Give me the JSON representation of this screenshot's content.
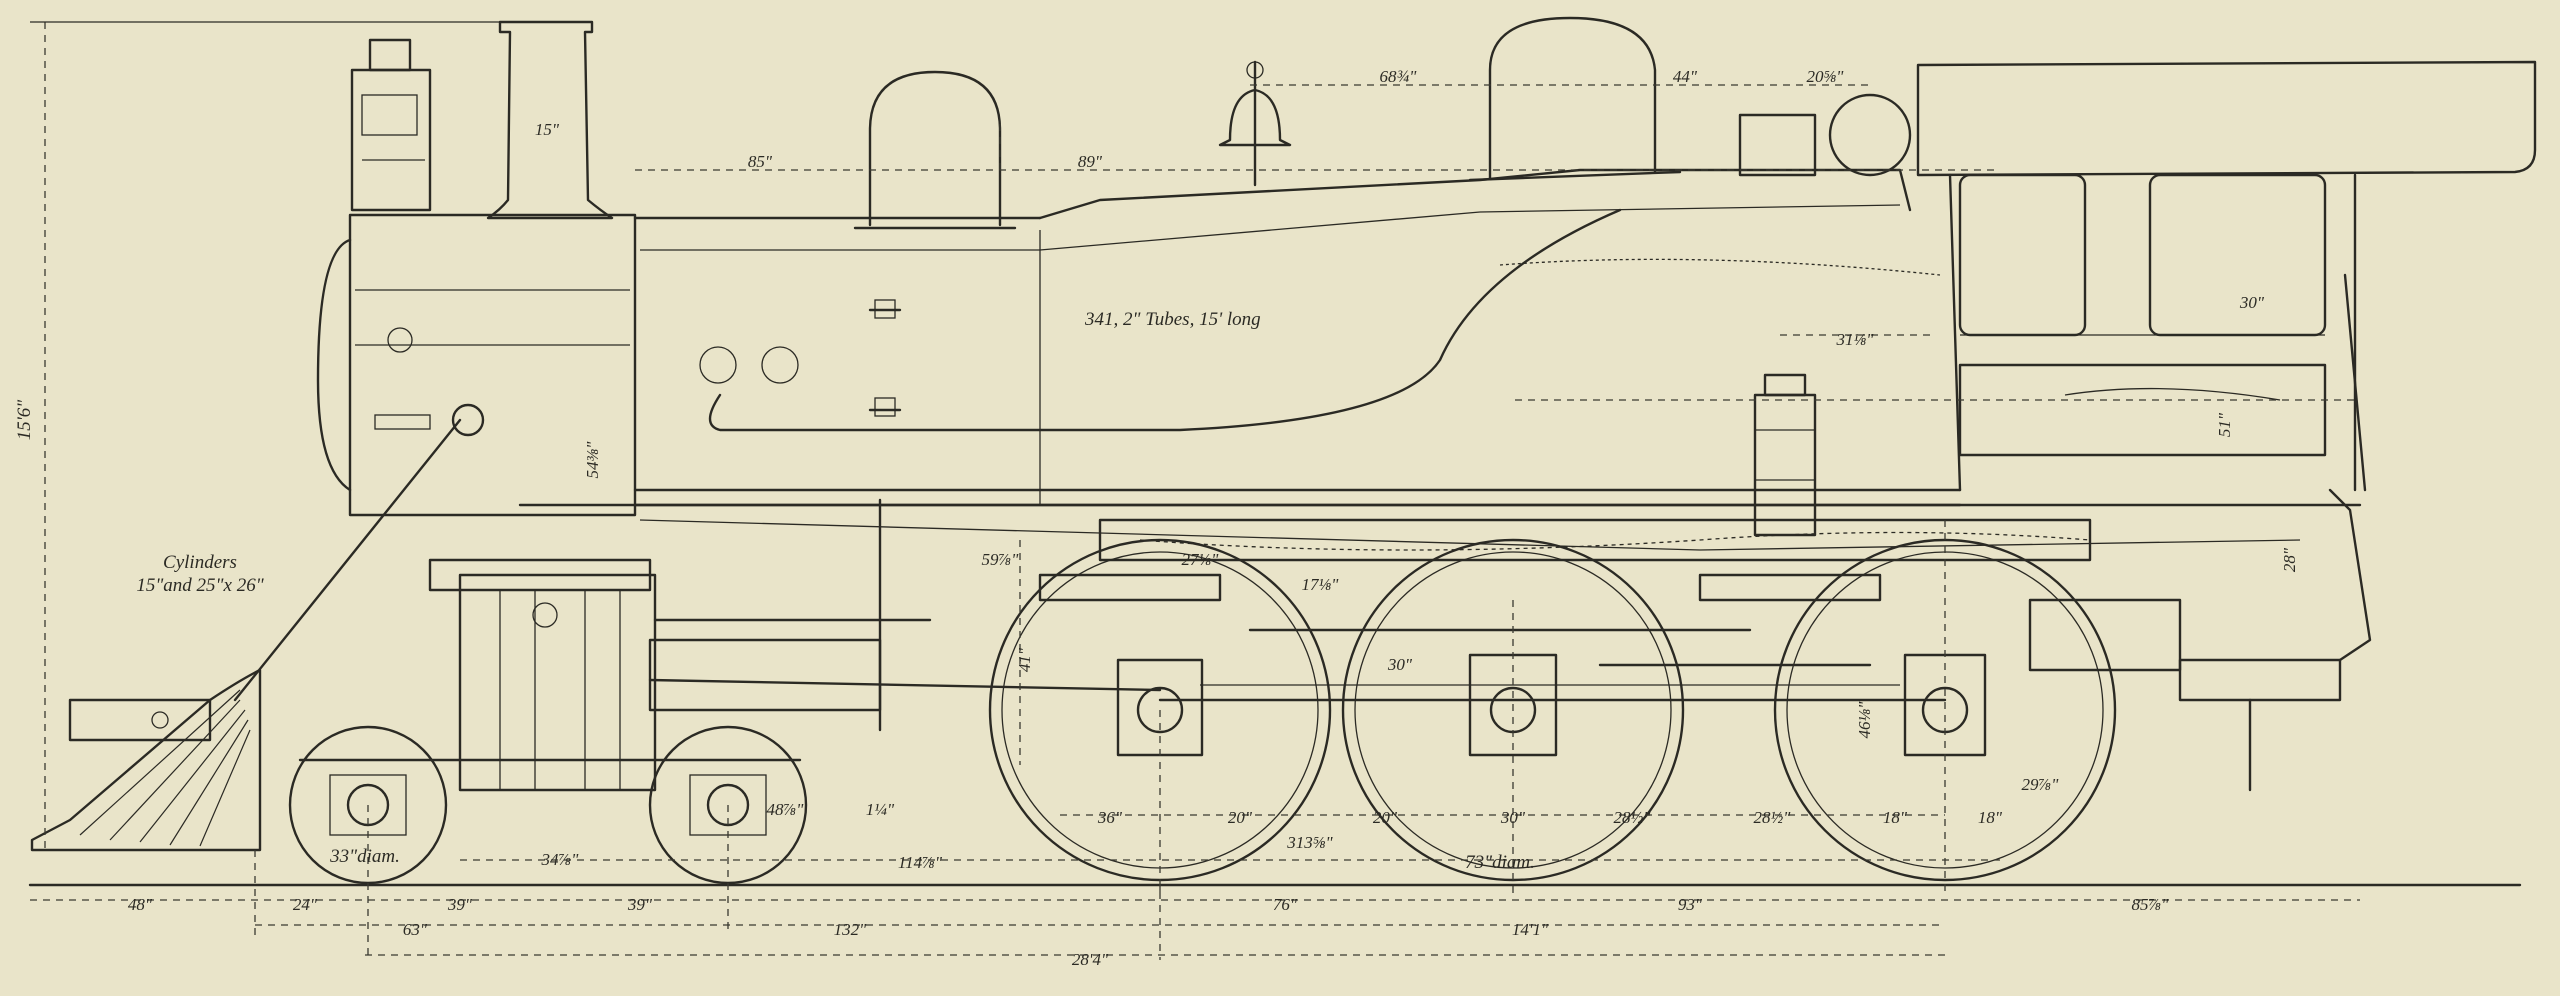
{
  "drawing": {
    "background_color": "#e9e4c9",
    "line_color": "#2b2a24",
    "labels": {
      "tubes": "341, 2\" Tubes, 15' long",
      "cylinders_line1": "Cylinders",
      "cylinders_line2": "15\"and 25\"x 26\"",
      "pilot_wheel_diam": "33\"diam.",
      "driver_diam": "73\"diam."
    },
    "dimensions": {
      "overall_height": "15'6\"",
      "stack": "15\"",
      "top_85": "85\"",
      "top_89": "89\"",
      "top_68": "68¾\"",
      "top_44": "44\"",
      "top_20": "20⅝\"",
      "dim_31": "31⅛\"",
      "dim_54": "54⅜\"",
      "dim_59": "59⅞\"",
      "dim_27": "27⅛\"",
      "dim_17": "17⅛\"",
      "dim_41": "41\"",
      "dim_1q": "1¼\"",
      "dim_48_small": "48⅞\"",
      "wheel_36a": "36\"",
      "wheel_20a": "20\"",
      "wheel_20b": "20\"",
      "wheel_30": "30\"",
      "wheel_30b": "30\"",
      "wheel_28a": "28½\"",
      "wheel_28b": "28½\"",
      "wheel_18a": "18\"",
      "wheel_18b": "18\"",
      "wheel_29": "29⅞\"",
      "wheel_46": "46⅛\"",
      "dim_34": "34⅞\"",
      "dim_114": "114⅞\"",
      "dim_313": "313⅝\"",
      "base_48": "48\"",
      "base_24": "24\"",
      "base_39a": "39\"",
      "base_39b": "39\"",
      "base_76": "76\"",
      "base_93": "93\"",
      "base_85": "85⅞\"",
      "base_63": "63\"",
      "base_132": "132\"",
      "base_14": "14'1\"",
      "base_28": "28'4\"",
      "cab_30": "30\"",
      "cab_28": "28\"",
      "cab_51": "51\""
    }
  }
}
